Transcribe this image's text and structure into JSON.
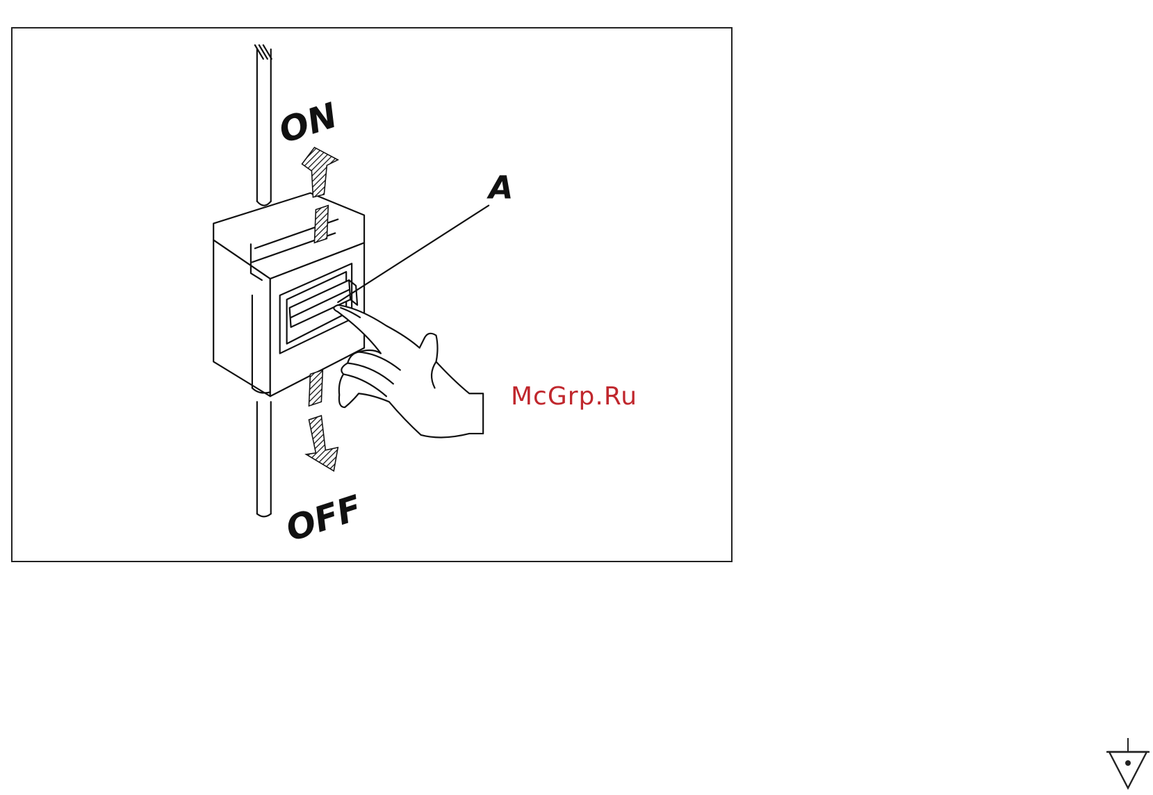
{
  "figure": {
    "label_on": "ON",
    "label_off": "OFF",
    "label_a": "A"
  },
  "watermark": {
    "text": "McGrp.Ru",
    "color": "#c0272d"
  },
  "corner_mark": {
    "icon": "ground-triangle-icon"
  }
}
